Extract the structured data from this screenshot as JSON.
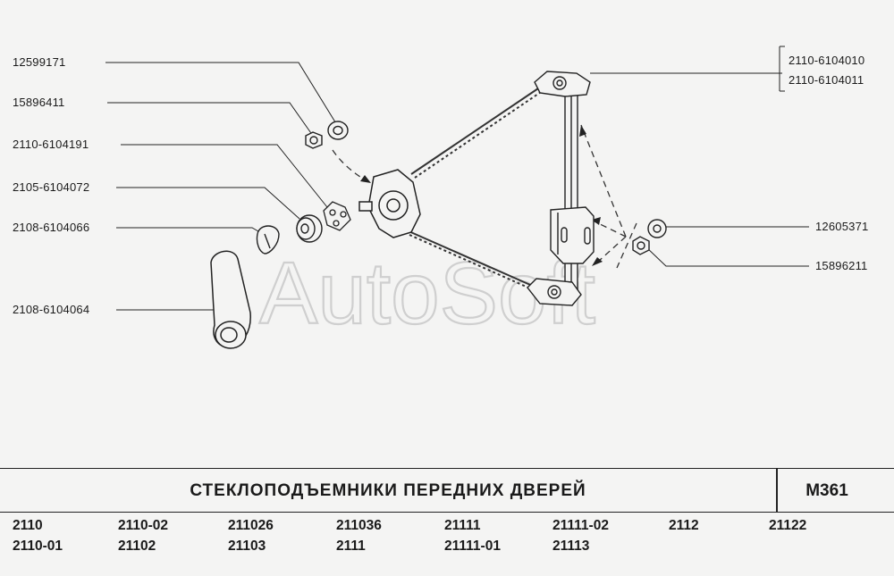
{
  "title": "СТЕКЛОПОДЪЕМНИКИ ПЕРЕДНИХ ДВЕРЕЙ",
  "page_code": "M361",
  "watermark": "AutoSoft",
  "part_labels": {
    "p1": "12599171",
    "p2": "15896411",
    "p3": "2110-6104191",
    "p4": "2105-6104072",
    "p5": "2108-6104066",
    "p6": "2108-6104064",
    "p7": "2110-6104010",
    "p8": "2110-6104011",
    "p9": "12605371",
    "p10": "15896211"
  },
  "models": [
    [
      "2110",
      "2110-01"
    ],
    [
      "2110-02",
      "21102"
    ],
    [
      "211026",
      "21103"
    ],
    [
      "211036",
      "2111"
    ],
    [
      "21111",
      "21111-01"
    ],
    [
      "21111-02",
      "21113"
    ],
    [
      "2112",
      ""
    ],
    [
      "21122",
      ""
    ]
  ]
}
